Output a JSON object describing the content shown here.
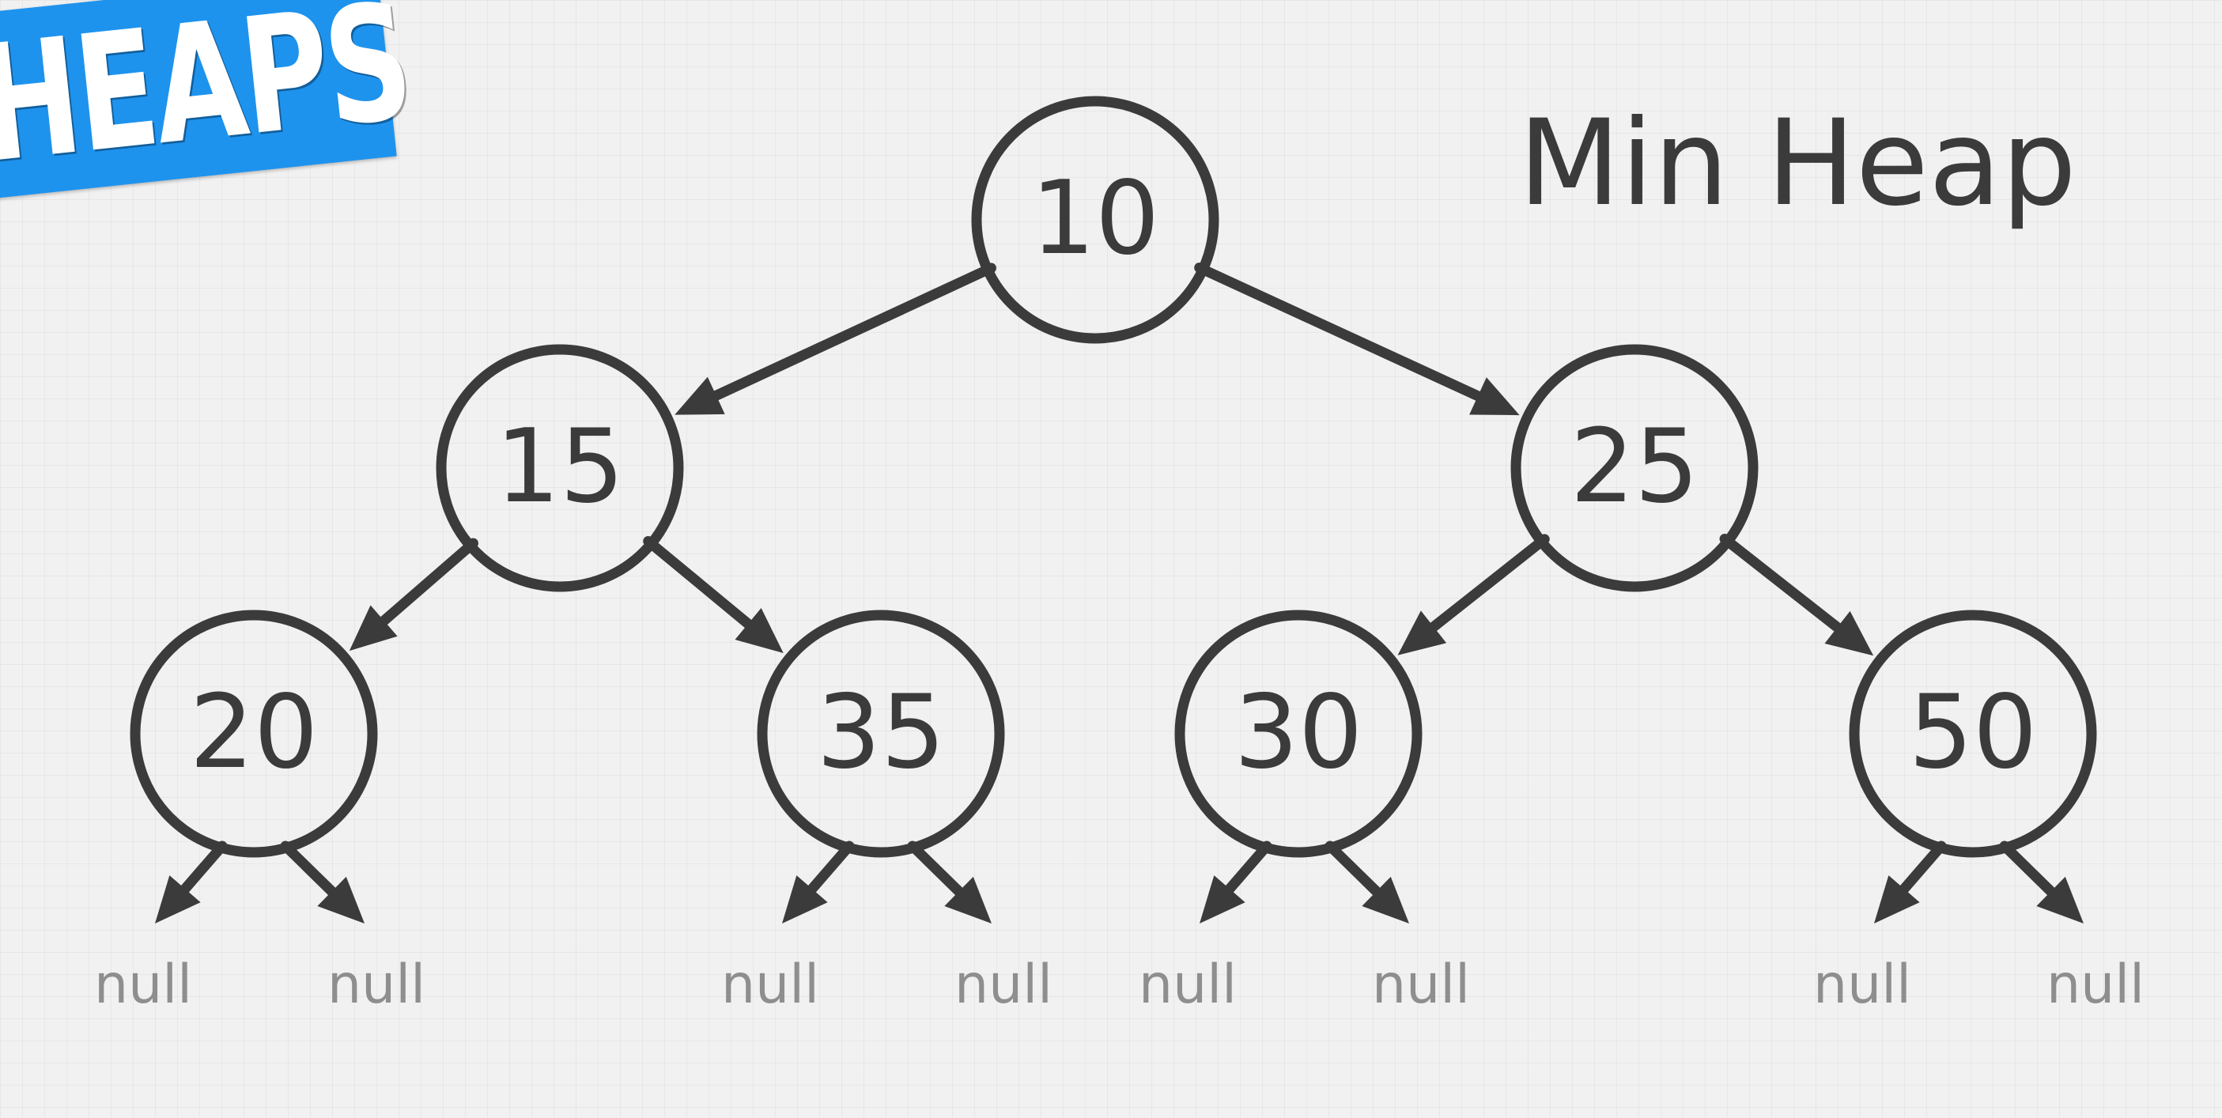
{
  "badge": {
    "label": "HEAPS"
  },
  "title": "Min Heap",
  "colors": {
    "background": "#f1f1f1",
    "stroke": "#3b3b3b",
    "null_text": "#8e8e8e",
    "badge_bg": "#1e93ee",
    "badge_text": "#ffffff"
  },
  "tree": {
    "nodes": [
      {
        "id": "n10",
        "value": "10",
        "children": [
          "n15",
          "n25"
        ]
      },
      {
        "id": "n15",
        "value": "15",
        "children": [
          "n20",
          "n35"
        ]
      },
      {
        "id": "n25",
        "value": "25",
        "children": [
          "n30",
          "n50"
        ]
      },
      {
        "id": "n20",
        "value": "20",
        "children": [
          "null",
          "null"
        ]
      },
      {
        "id": "n35",
        "value": "35",
        "children": [
          "null",
          "null"
        ]
      },
      {
        "id": "n30",
        "value": "30",
        "children": [
          "null",
          "null"
        ]
      },
      {
        "id": "n50",
        "value": "50",
        "children": [
          "null",
          "null"
        ]
      }
    ],
    "null_label": "null"
  }
}
